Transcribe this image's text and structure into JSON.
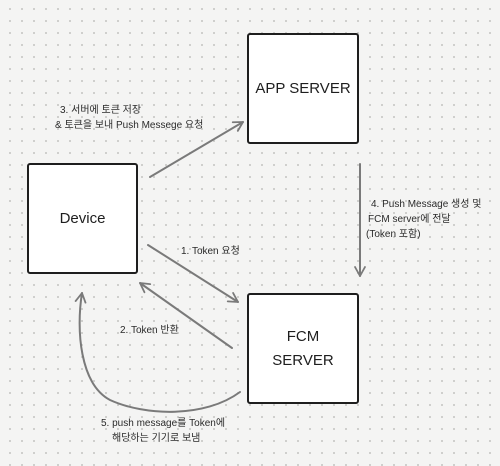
{
  "nodes": {
    "app_server": "APP SERVER",
    "device": "Device",
    "fcm_server_line1": "FCM",
    "fcm_server_line2": "SERVER"
  },
  "edges": {
    "step1": "1. Token 요청",
    "step2": "2. Token 반환",
    "step3_line1": "3. 서버에 토큰 저장",
    "step3_line2": "& 토큰을 보내 Push Messege 요청",
    "step4_line1": "4. Push Message 생성 및",
    "step4_line2": "FCM server에 전달",
    "step4_line3": "(Token 포함)",
    "step5_line1": "5. push message를 Token에",
    "step5_line2": "해당하는 기기로 보냄"
  },
  "colors": {
    "arrow": "#7a7a7a",
    "box_border": "#1e1e1e",
    "box_fill": "#ffffff",
    "canvas": "#f4f4f3"
  }
}
